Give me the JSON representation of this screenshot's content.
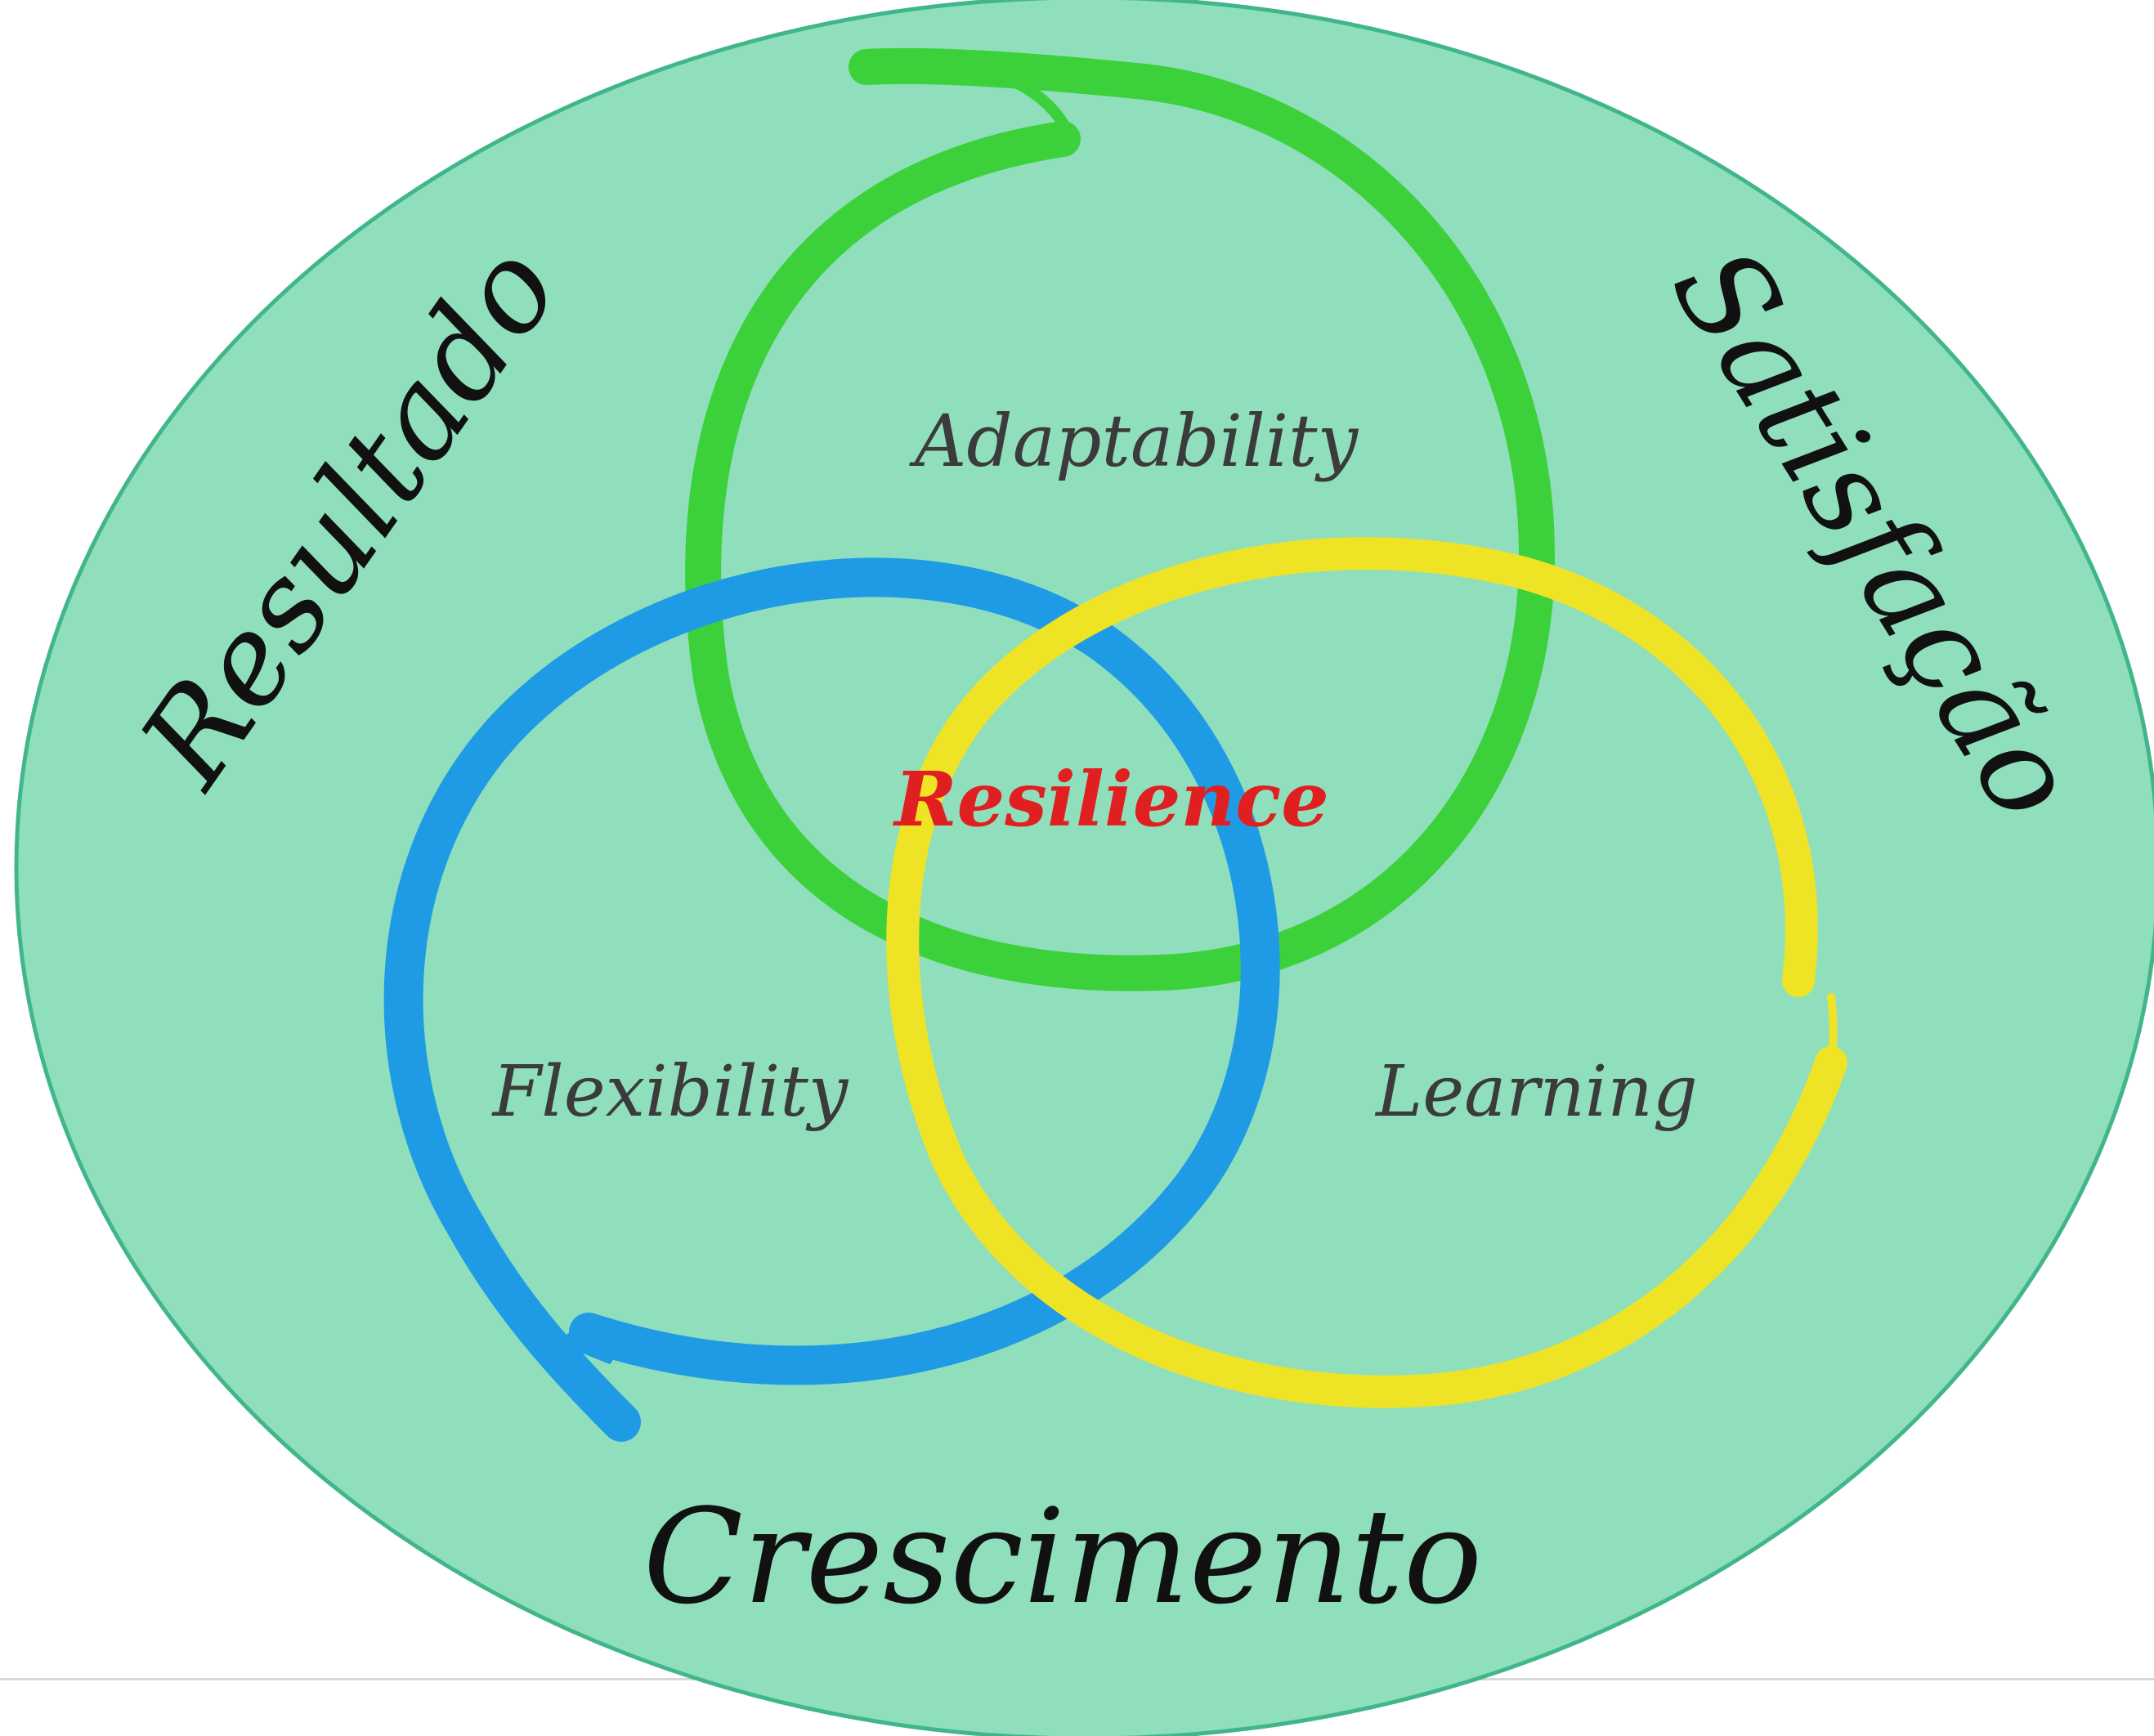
{
  "diagram": {
    "outer_labels": {
      "top_left": "Resultado",
      "top_right": "Satisfação",
      "bottom": "Crescimento"
    },
    "ring_labels": {
      "green": "Adaptability",
      "blue": "Flexibility",
      "yellow": "Learning"
    },
    "center_label": "Resilience"
  },
  "colors": {
    "background_ellipse": "#8fdfbc",
    "ellipse_border": "#42b68b",
    "green_ring": "#3cd13a",
    "blue_ring": "#1f9be6",
    "yellow_ring": "#efe326",
    "center_text": "#e02020",
    "outer_text": "#111111",
    "inner_text": "#3b3b3b"
  }
}
